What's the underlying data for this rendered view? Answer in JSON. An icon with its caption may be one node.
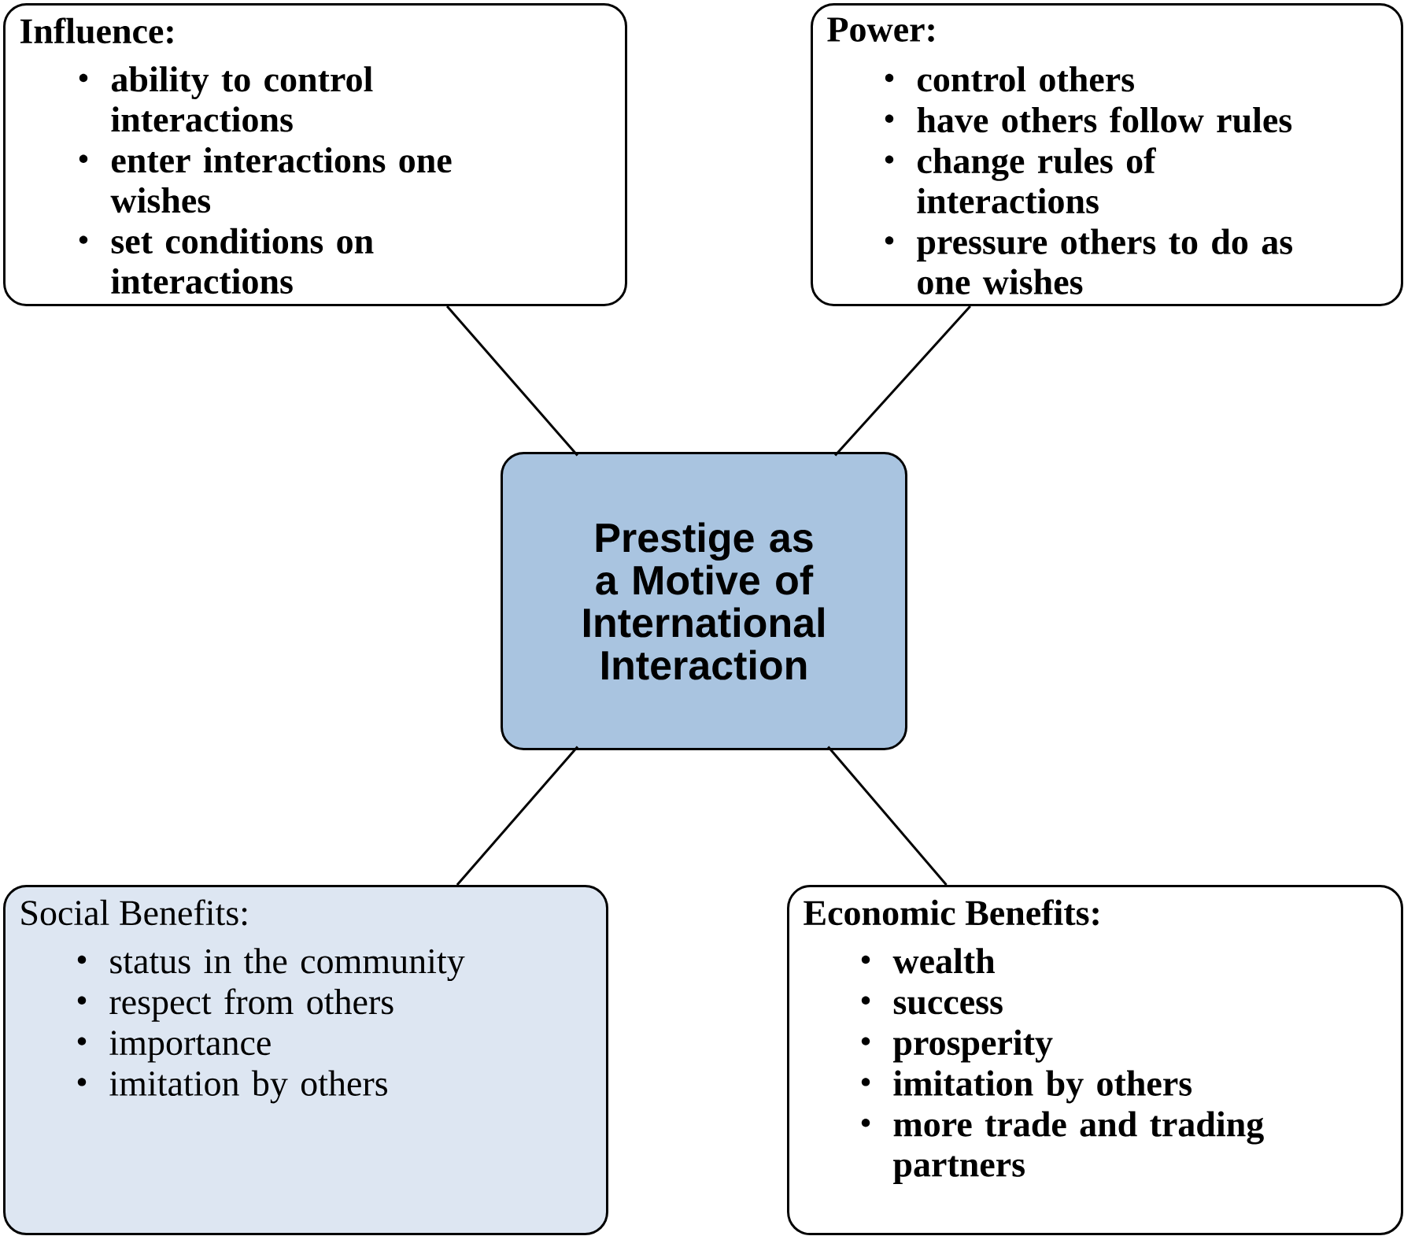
{
  "diagram": {
    "nodes": [
      {
        "text": [
          "Influence:",
          "ability to control interactions",
          "enter interactions one wishes",
          "set conditions on interactions"
        ]
      },
      {
        "text": [
          "Power:",
          "control others",
          "have others follow rules",
          "change rules of interactions",
          "pressure others to do as one wishes"
        ]
      },
      {
        "text": [
          "Prestige as a Motive of International Interaction"
        ]
      },
      {
        "text": [
          "Social Benefits:",
          "status in the community",
          "respect from others",
          "importance",
          "imitation by others"
        ]
      },
      {
        "text": [
          "Economic Benefits:",
          "wealth",
          "success",
          "prosperity",
          "imitation by others",
          "more trade and trading partners"
        ]
      }
    ],
    "edges": [
      {
        "from": 2,
        "to": 0,
        "arrow": "none"
      },
      {
        "from": 2,
        "to": 1,
        "arrow": "none"
      },
      {
        "from": 2,
        "to": 3,
        "arrow": "none"
      },
      {
        "from": 2,
        "to": 4,
        "arrow": "none"
      }
    ]
  }
}
